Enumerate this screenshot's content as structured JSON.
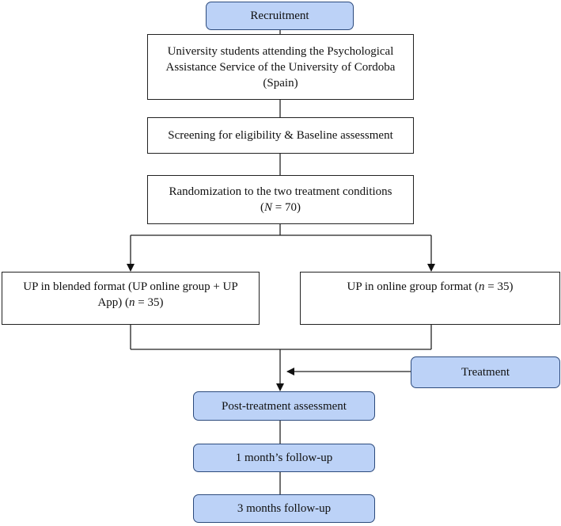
{
  "boxes": {
    "recruitment": "Recruitment",
    "population": "University students attending the Psychological Assistance Service of the University of Cordoba (Spain)",
    "screening": "Screening for eligibility & Baseline assessment",
    "randomization": {
      "line1": "Randomization to the two treatment conditions",
      "line2_open": "(",
      "line2_var": "N",
      "line2_rest": " = 70)"
    },
    "blended": {
      "text": "UP in blended format (UP online group + UP App) (",
      "var": "n",
      "rest": " = 35)"
    },
    "online": {
      "text": "UP in online group format (",
      "var": "n",
      "rest": " = 35)"
    },
    "treatment": "Treatment",
    "post": "Post-treatment assessment",
    "followup1": "1 month’s follow-up",
    "followup3": "3 months follow-up"
  },
  "colors": {
    "highlight_fill": "#bcd2f7",
    "highlight_border": "#2c4a7c",
    "line": "#222222"
  }
}
